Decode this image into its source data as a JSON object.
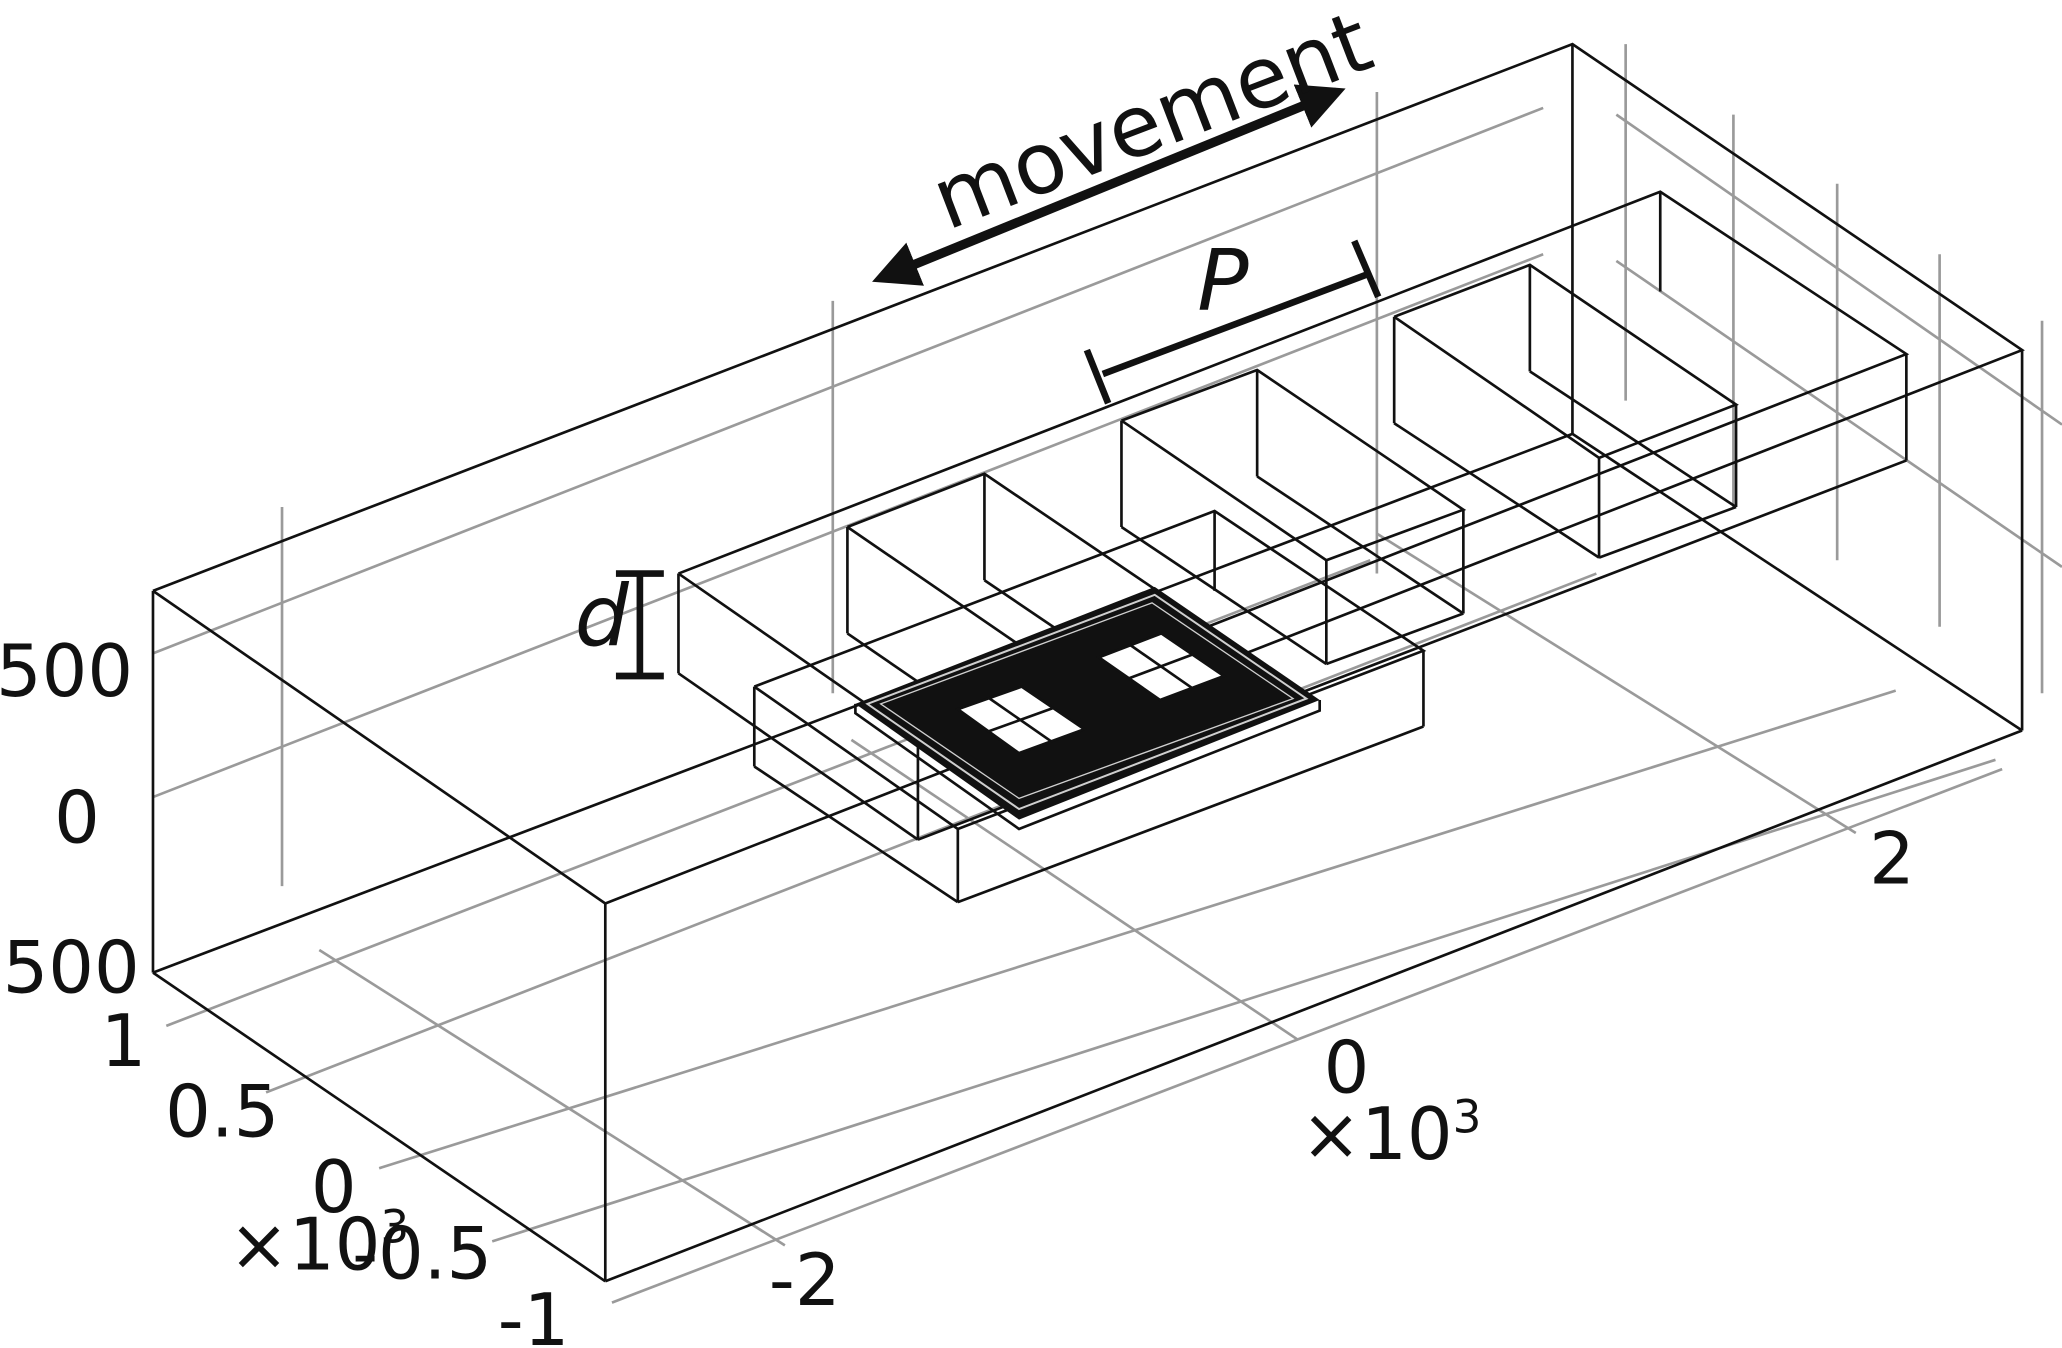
{
  "annotations": {
    "movement": "movement",
    "period": "P",
    "depth": "d"
  },
  "axes": {
    "z_ticks": [
      "500",
      "0",
      "-500"
    ],
    "y_ticks": [
      "1",
      "0.5",
      "0",
      "-0.5",
      "-1"
    ],
    "y_multiplier": "×10",
    "y_multiplier_exp": "3",
    "x_ticks": [
      "2",
      "0",
      "-2"
    ],
    "x_multiplier": "×10",
    "x_multiplier_exp": "3"
  },
  "colors": {
    "edge": "#111111",
    "grid": "#9a9a9a",
    "coil": "#111111"
  }
}
